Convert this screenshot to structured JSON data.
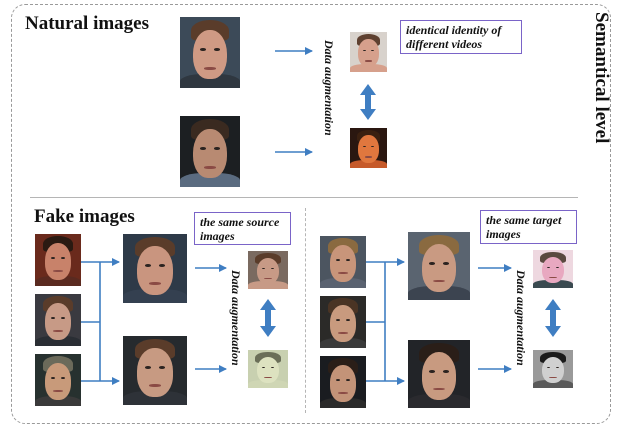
{
  "headings": {
    "natural": "Natural images",
    "fake": "Fake images",
    "semantic": "Semantical level"
  },
  "callouts": {
    "identity": "identical identity of different videos",
    "source": "the same source images",
    "target": "the same target images"
  },
  "augmentation_label": "Data augmentation",
  "faces": {
    "natural_1": {
      "bg": "#3c4a58",
      "skin": "#cf9a84",
      "hair": "#5a3c2a",
      "shirt": "#2f3740"
    },
    "natural_2": {
      "bg": "#1c1f22",
      "skin": "#b88a72",
      "hair": "#3a2a20",
      "shirt": "#5a6b80"
    },
    "natural_crop_1": {
      "bg": "#d8d2cc",
      "skin": "#d6a08c",
      "hair": "#5e4030",
      "shirt": "#d6a08c"
    },
    "natural_crop_2": {
      "bg": "#2a1710",
      "skin": "#e0773e",
      "hair": "#3a2010",
      "shirt": "#c65a2a"
    },
    "src_1": {
      "bg": "#6a2a1c",
      "skin": "#c8826a",
      "hair": "#2a1a12",
      "shirt": "#5a2a20"
    },
    "src_2": {
      "bg": "#3a3a40",
      "skin": "#c79a86",
      "hair": "#5a3c2a",
      "shirt": "#2a2e34"
    },
    "src_3": {
      "bg": "#27312f",
      "skin": "#c89a7a",
      "hair": "#6b6a5a",
      "shirt": "#3a3a3a"
    },
    "src_out_1": {
      "bg": "#2e3a48",
      "skin": "#c9957f",
      "hair": "#5a3c2a",
      "shirt": "#344050"
    },
    "src_out_2": {
      "bg": "#262a2e",
      "skin": "#c79a82",
      "hair": "#5a3c2a",
      "shirt": "#2e3238"
    },
    "src_crop_1": {
      "bg": "#7a6a60",
      "skin": "#c79a86",
      "hair": "#5a3c2a",
      "shirt": "#c79a86"
    },
    "src_crop_2": {
      "bg": "#c8d0b0",
      "skin": "#dde2c0",
      "hair": "#6a6e58",
      "shirt": "#cfd6b4"
    },
    "tgt_1": {
      "bg": "#4c5560",
      "skin": "#c8957a",
      "hair": "#8a6a40",
      "shirt": "#5a6270"
    },
    "tgt_2": {
      "bg": "#2b2a28",
      "skin": "#c89a7e",
      "hair": "#4a3424",
      "shirt": "#3a3a3a"
    },
    "tgt_3": {
      "bg": "#1a1c20",
      "skin": "#c39378",
      "hair": "#2a1e18",
      "shirt": "#2a2a2a"
    },
    "tgt_out_1": {
      "bg": "#5a6470",
      "skin": "#c99a82",
      "hair": "#8a6a40",
      "shirt": "#3c4450"
    },
    "tgt_out_2": {
      "bg": "#222428",
      "skin": "#c89a80",
      "hair": "#2a1e18",
      "shirt": "#2a2a2e"
    },
    "tgt_crop_1": {
      "bg": "#eed8e0",
      "skin": "#e8a8c0",
      "hair": "#5a4a40",
      "shirt": "#3a4a50"
    },
    "tgt_crop_2": {
      "bg": "#9a9a9a",
      "skin": "#d0d0d0",
      "hair": "#1a1a1a",
      "shirt": "#5a5a5a"
    }
  }
}
